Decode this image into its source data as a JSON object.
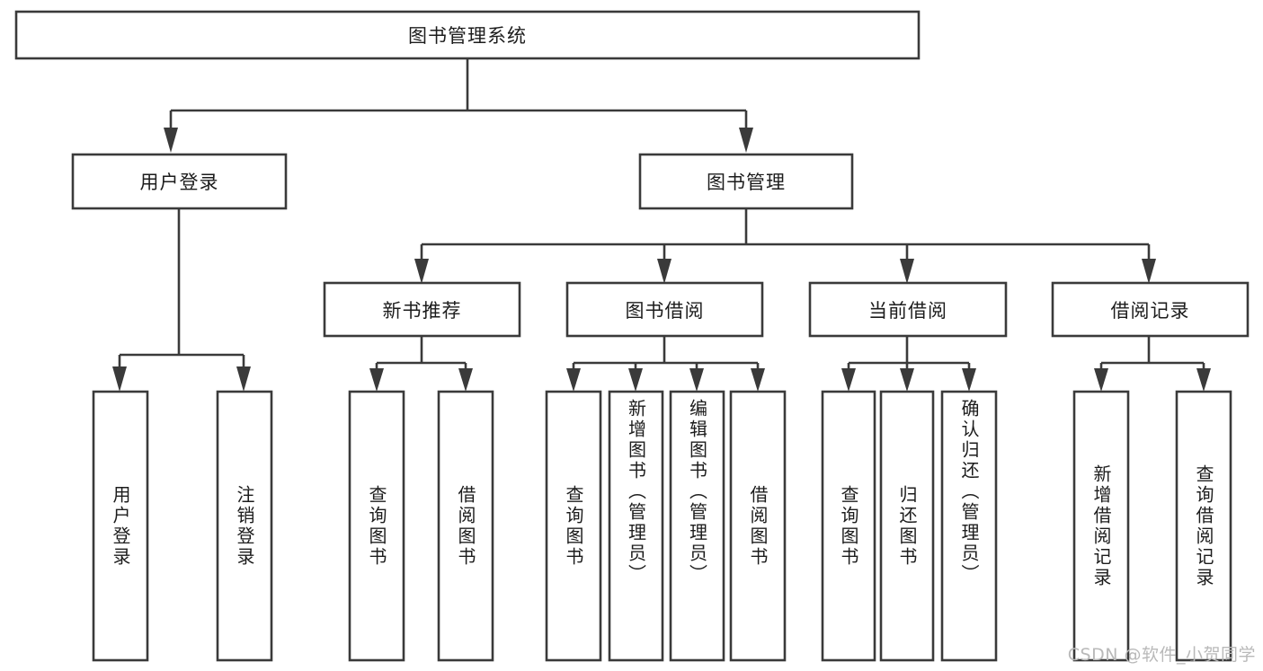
{
  "diagram": {
    "title_node": {
      "label": "图书管理系统"
    },
    "level1": [
      {
        "label": "用户登录"
      },
      {
        "label": "图书管理"
      }
    ],
    "level2": [
      {
        "label": "新书推荐"
      },
      {
        "label": "图书借阅"
      },
      {
        "label": "当前借阅"
      },
      {
        "label": "借阅记录"
      }
    ],
    "leaves": {
      "user_login": [
        {
          "label": "用户登录"
        },
        {
          "label": "注销登录"
        }
      ],
      "new_book_recommend": [
        {
          "label": "查询图书"
        },
        {
          "label": "借阅图书"
        }
      ],
      "book_borrow": [
        {
          "label": "查询图书"
        },
        {
          "label": "新增图书（管理员）"
        },
        {
          "label": "编辑图书（管理员）"
        },
        {
          "label": "借阅图书"
        }
      ],
      "current_borrow": [
        {
          "label": "查询图书"
        },
        {
          "label": "归还图书"
        },
        {
          "label": "确认归还（管理员）"
        }
      ],
      "borrow_records": [
        {
          "label": "新增借阅记录"
        },
        {
          "label": "查询借阅记录"
        }
      ]
    }
  },
  "watermark": {
    "text": "CSDN @软件_小贺同学"
  },
  "colors": {
    "stroke": "#3a3a3a",
    "box_fill": "#ffffff",
    "text": "#1c1c1c",
    "watermark": "#b9b9b9",
    "background": "#ffffff"
  }
}
